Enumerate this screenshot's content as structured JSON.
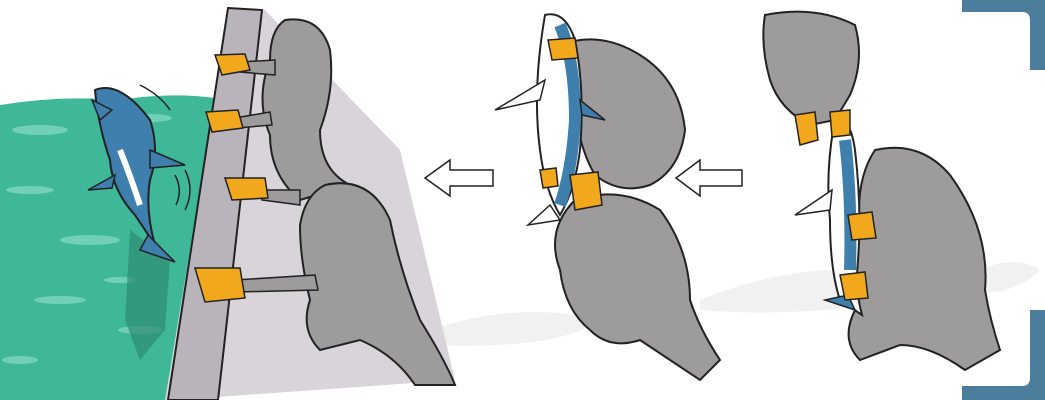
{
  "illustration": {
    "panels": [
      {
        "id": "release-at-rail"
      },
      {
        "id": "carry-shark"
      },
      {
        "id": "lift-shark"
      }
    ],
    "arrows": [
      {
        "direction": "left"
      },
      {
        "direction": "left"
      }
    ],
    "colors": {
      "water": "#3fb89a",
      "water_light": "#7fd6bf",
      "hull": "#b9b3bb",
      "hull_shadow": "#d9d4da",
      "figure": "#9d9b9c",
      "glove": "#f2a81d",
      "shark_back": "#3e7fae",
      "shark_belly": "#ffffff",
      "bracket": "#4d7d9c"
    }
  }
}
